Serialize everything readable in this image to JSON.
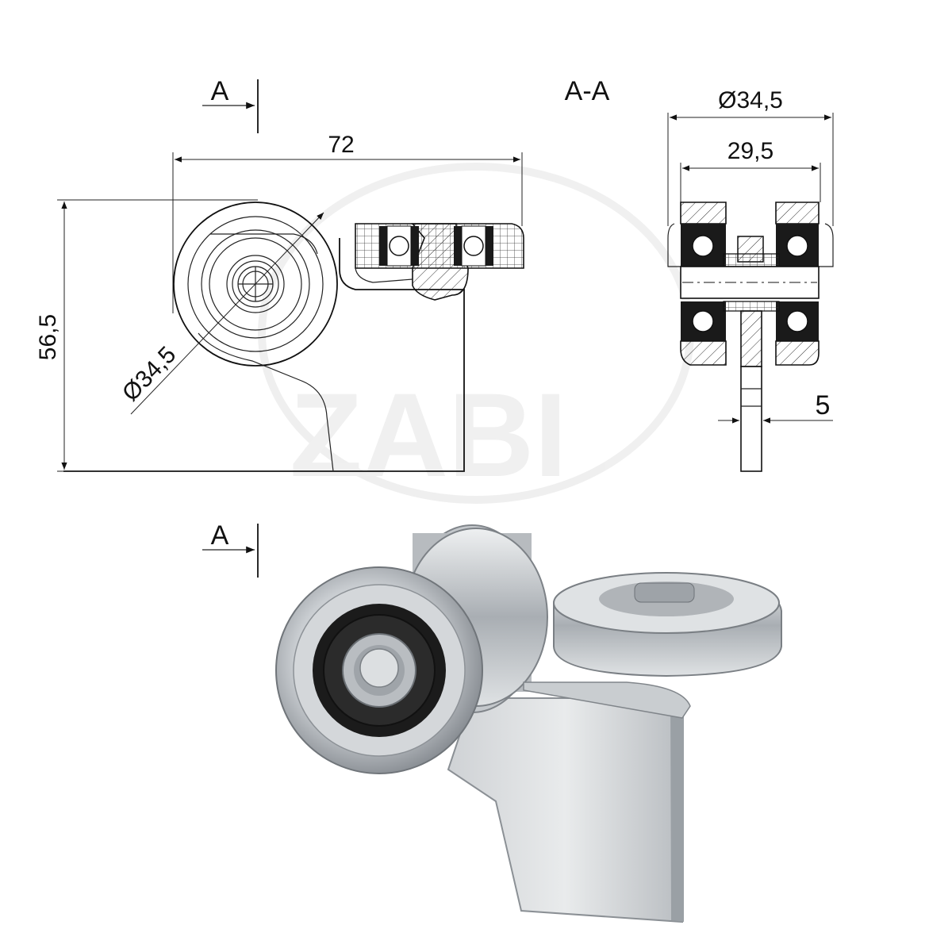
{
  "section_marks": {
    "top_marker": "A",
    "bottom_marker": "A",
    "section_title": "A-A"
  },
  "dimensions": {
    "length": "72",
    "height": "56,5",
    "wheel_diameter_front": "Ø34,5",
    "wheel_diameter_section": "Ø34,5",
    "inner_width_section": "29,5",
    "plate_thickness": "5"
  },
  "watermark": "ZABI",
  "colors": {
    "steel_light": "#e4e6e8",
    "steel_mid": "#b8bcc0",
    "steel_dark": "#7d8287",
    "bearing_black": "#1a1a1a"
  }
}
